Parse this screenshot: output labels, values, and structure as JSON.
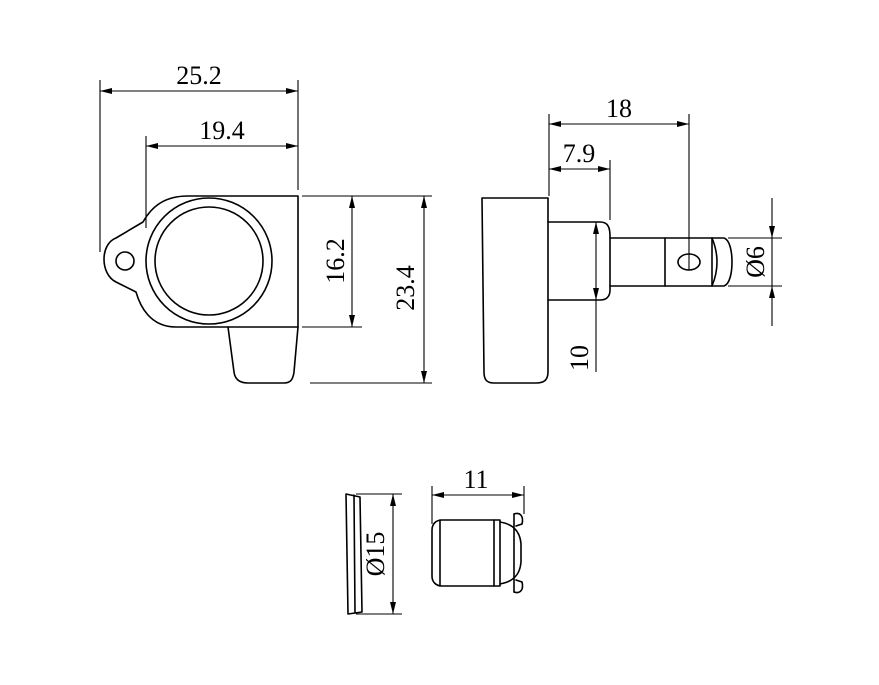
{
  "dimensions": {
    "width_total": "25.2",
    "width_inner": "19.4",
    "height_small": "16.2",
    "height_total": "23.4",
    "shaft_length": "18",
    "collar_length": "7.9",
    "collar_height": "10",
    "shaft_diameter": "Ø6",
    "bushing_diameter": "Ø15",
    "bushing_length": "11"
  },
  "colors": {
    "line": "#000000",
    "background": "#ffffff"
  }
}
